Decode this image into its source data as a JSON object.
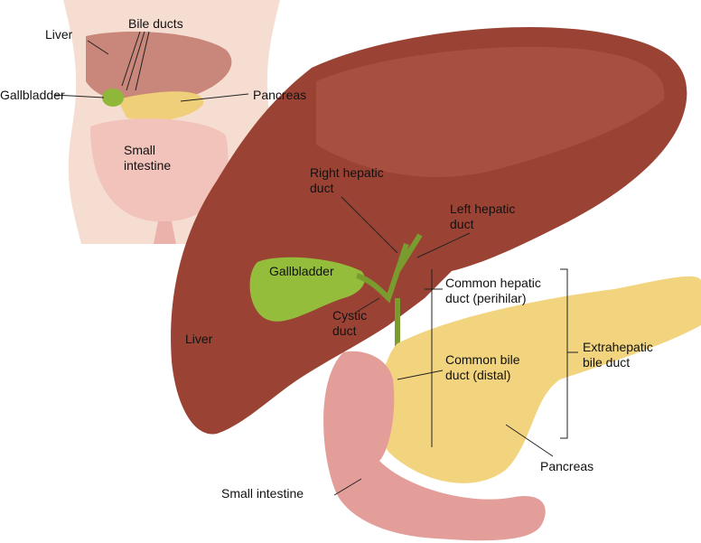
{
  "inset": {
    "liver": "Liver",
    "bile_ducts": "Bile ducts",
    "gallbladder": "Gallbladder",
    "pancreas": "Pancreas",
    "small_intestine_1": "Small",
    "small_intestine_2": "intestine"
  },
  "main": {
    "right_hepatic_1": "Right hepatic",
    "right_hepatic_2": "duct",
    "left_hepatic_1": "Left hepatic",
    "left_hepatic_2": "duct",
    "gallbladder": "Gallbladder",
    "common_hepatic_1": "Common hepatic",
    "common_hepatic_2": "duct (perihilar)",
    "cystic_1": "Cystic",
    "cystic_2": "duct",
    "liver": "Liver",
    "common_bile_1": "Common bile",
    "common_bile_2": "duct (distal)",
    "extrahepatic_1": "Extrahepatic",
    "extrahepatic_2": "bile duct",
    "pancreas": "Pancreas",
    "small_intestine": "Small intestine"
  },
  "colors": {
    "liver": "#8f3b2e",
    "gallbladder": "#8fb83a",
    "pancreas": "#f0d27a",
    "intestine": "#e8a3a0",
    "skin": "#f3d3c6"
  }
}
